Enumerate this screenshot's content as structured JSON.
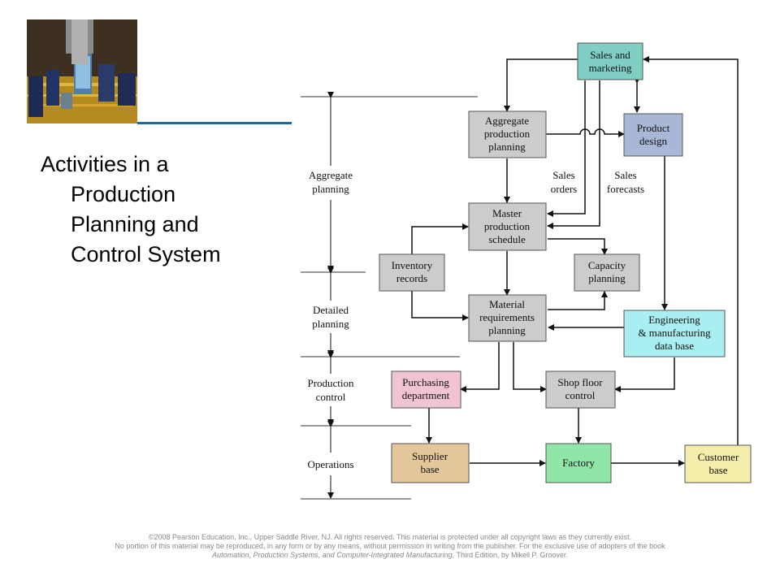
{
  "slide": {
    "title_lines": [
      "Activities in a",
      "Production",
      "Planning and",
      "Control System"
    ]
  },
  "colors": {
    "accent_rule": "#1b6e9c",
    "sales": "#7fcfc4",
    "gray": "#cccccc",
    "product": "#a9b7d6",
    "engineering": "#a9eef0",
    "purchasing": "#f0c4d2",
    "supplier": "#e3c79a",
    "factory": "#90e6a8",
    "customer": "#f6edaa"
  },
  "levels": {
    "aggregate": [
      "Aggregate",
      "planning"
    ],
    "detailed": [
      "Detailed",
      "planning"
    ],
    "production": [
      "Production",
      "control"
    ],
    "operations": [
      "Operations"
    ]
  },
  "boxes": {
    "sales": [
      "Sales and",
      "marketing"
    ],
    "aggregate": [
      "Aggregate",
      "production",
      "planning"
    ],
    "product": [
      "Product",
      "design"
    ],
    "master": [
      "Master",
      "production",
      "schedule"
    ],
    "inventory": [
      "Inventory",
      "records"
    ],
    "capacity": [
      "Capacity",
      "planning"
    ],
    "mrp": [
      "Material",
      "requirements",
      "planning"
    ],
    "engineering": [
      "Engineering",
      "& manufacturing",
      "data base"
    ],
    "purchasing": [
      "Purchasing",
      "department"
    ],
    "shopfloor": [
      "Shop floor",
      "control"
    ],
    "supplier": [
      "Supplier",
      "base"
    ],
    "factory": [
      "Factory"
    ],
    "customer": [
      "Customer",
      "base"
    ]
  },
  "labels": {
    "sales_orders": [
      "Sales",
      "orders"
    ],
    "sales_forecasts": [
      "Sales",
      "forecasts"
    ]
  },
  "footer": {
    "line1": "©2008 Pearson Education, Inc., Upper Saddle River, NJ. All rights reserved. This material is protected under all copyright laws as they currently exist.",
    "line2": "No portion of this material may be reproduced, in any form or by any means, without permission in writing from the publisher. For the exclusive use of adopters of the book",
    "line3_italic": "Automation, Production Systems, and Computer-Integrated Manufacturing,",
    "line3_rest": " Third Edition, by Mikell P. Groover."
  }
}
